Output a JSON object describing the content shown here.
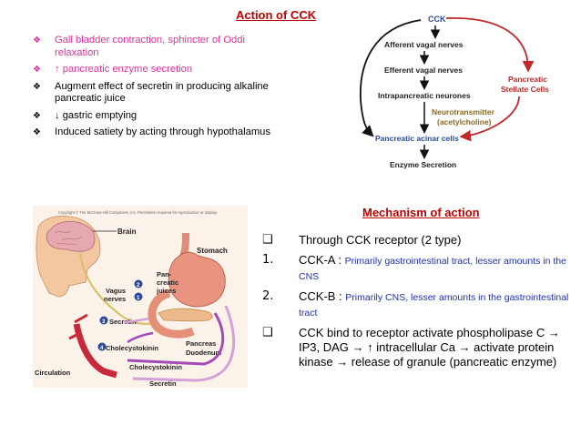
{
  "title_cck": "Action of CCK",
  "actions": [
    {
      "marker": "❖",
      "text": "Gall bladder contraction, sphincter of Oddi relaxation",
      "color": "#e0309a"
    },
    {
      "marker": "❖",
      "text": "↑ pancreatic enzyme secretion",
      "color": "#e0309a"
    },
    {
      "marker": "❖",
      "text": "Augment effect of secretin in producing alkaline pancreatic juice",
      "color": "#000000"
    },
    {
      "marker": "❖",
      "text": "↓ gastric emptying",
      "color": "#000000"
    },
    {
      "marker": "❖",
      "text": "Induced satiety by acting through hypothalamus",
      "color": "#000000"
    }
  ],
  "flow": {
    "cck": "CCK",
    "afferent": "Afferent vagal nerves",
    "efferent": "Efferent vagal nerves",
    "intrapancreatic": "Intrapancreatic neurones",
    "stellate_1": "Pancreatic",
    "stellate_2": "Stellate Cells",
    "neuro_1": "Neurotransmitter",
    "neuro_2": "(acetylcholine)",
    "acinar": "Pancreatic acinar cells",
    "enzyme": "Enzyme Secretion"
  },
  "title_mech": "Mechanism of action",
  "mechanism": [
    {
      "marker": "❑",
      "main": "Through CCK receptor (2 type)",
      "detail": ""
    },
    {
      "marker": "1.",
      "main": "CCK-A : ",
      "detail": "Primarily gastrointestinal tract, lesser amounts in the CNS"
    },
    {
      "marker": "2.",
      "main": "CCK-B : ",
      "detail": "Primarily CNS, lesser amounts in the gastrointestinal tract"
    },
    {
      "marker": "❑",
      "main": "CCK bind to receptor activate phospholipase C → IP3, DAG → ↑ intracellular Ca → activate protein kinase → release of granule (pancreatic enzyme)",
      "detail": ""
    }
  ],
  "figure": {
    "copyright": "Copyright © The McGraw-Hill Companies, Inc. Permission required for reproduction or display.",
    "brain": "Brain",
    "stomach": "Stomach",
    "pancreatic_juices_1": "Pan-",
    "pancreatic_juices_2": "creatic",
    "pancreatic_juices_3": "juices",
    "vagus_1": "Vagus",
    "vagus_2": "nerves",
    "secretin": "Secretin",
    "cholecystokinin": "Cholecystokinin",
    "pancreas": "Pancreas",
    "duodenum": "Duodenum",
    "circulation": "Circulation",
    "cholecystokinin2": "Cholecystokinin",
    "secretin2": "Secretin",
    "num_1": "1",
    "num_2": "2",
    "num_3": "3",
    "num_4": "4"
  },
  "colors": {
    "title": "#c00000",
    "pink": "#e0309a",
    "blue": "#1f2fb0",
    "flow_blue": "#2a4a9a",
    "arrow_red": "#c0282a"
  }
}
